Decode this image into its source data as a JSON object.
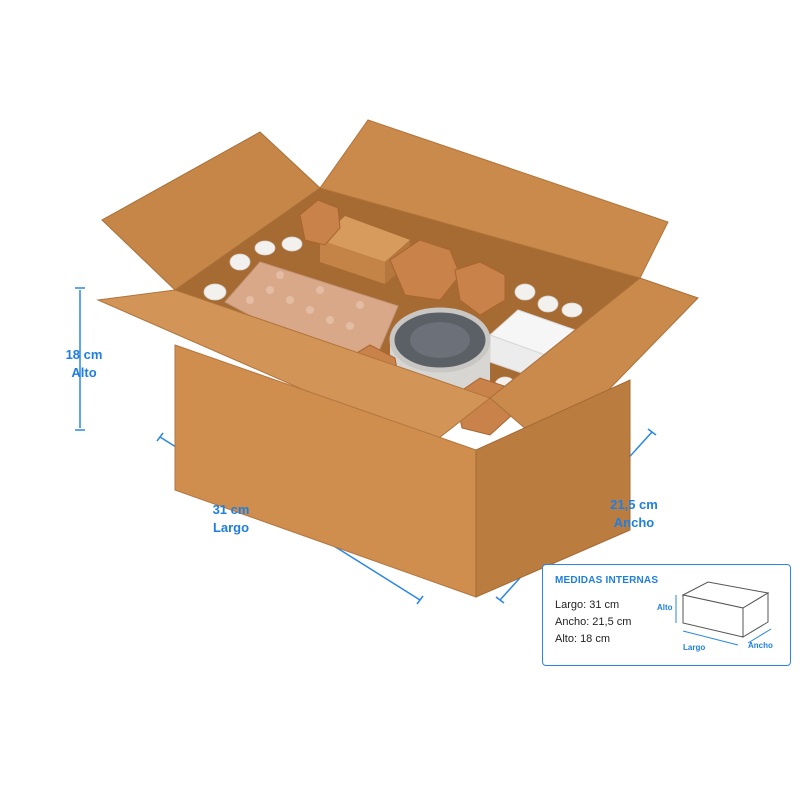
{
  "dimensions": {
    "height": {
      "value": "18 cm",
      "name": "Alto"
    },
    "length": {
      "value": "31 cm",
      "name": "Largo"
    },
    "width": {
      "value": "21,5 cm",
      "name": "Ancho"
    }
  },
  "info_box": {
    "title": "MEDIDAS INTERNAS",
    "lines": [
      "Largo: 31 cm",
      "Ancho: 21,5 cm",
      "Alto: 18 cm"
    ],
    "diagram_labels": {
      "height": "Alto",
      "length": "Largo",
      "width": "Ancho"
    }
  },
  "colors": {
    "accent": "#1f7fe0",
    "cardboard": "#c98a4b",
    "cardboard_dark": "#b0743a",
    "background": "#ffffff"
  }
}
